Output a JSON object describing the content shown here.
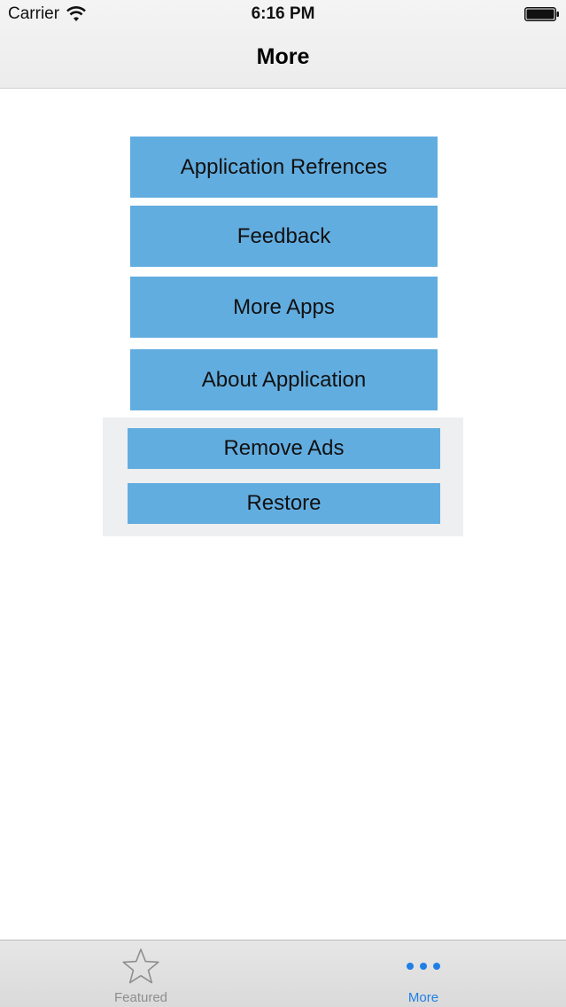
{
  "status_bar": {
    "carrier": "Carrier",
    "time": "6:16 PM",
    "icons": [
      "wifi-icon",
      "battery-icon"
    ]
  },
  "nav": {
    "title": "More"
  },
  "menu": {
    "buttons": [
      {
        "label": "Application Refrences"
      },
      {
        "label": "Feedback"
      },
      {
        "label": "More Apps"
      },
      {
        "label": "About Application"
      }
    ],
    "purchase_buttons": [
      {
        "label": "Remove Ads"
      },
      {
        "label": "Restore"
      }
    ]
  },
  "tab_bar": {
    "tabs": [
      {
        "label": "Featured",
        "icon": "star-icon",
        "selected": false
      },
      {
        "label": "More",
        "icon": "more-dots-icon",
        "selected": true
      }
    ]
  },
  "colors": {
    "button_fill": "#62ade0",
    "panel_bg": "#eeeff0",
    "tab_selected": "#1f7fe6",
    "tab_unselected": "#8e8e8e"
  }
}
